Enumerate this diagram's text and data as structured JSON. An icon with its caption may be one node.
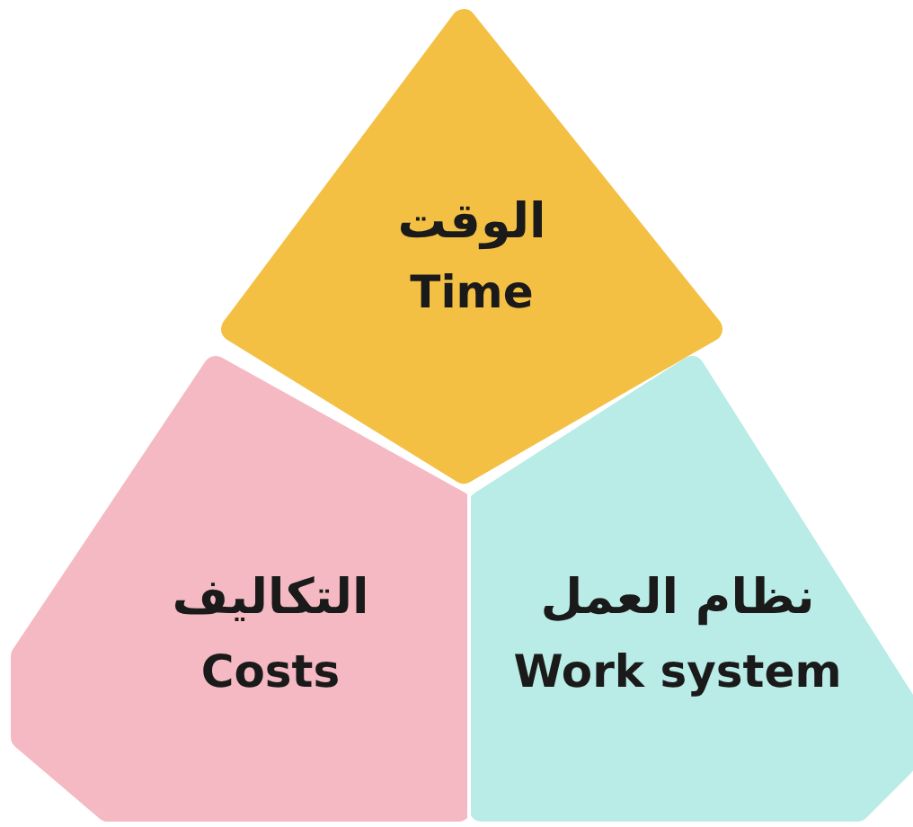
{
  "diagram": {
    "nodes": [
      {
        "text": [
          "الوقت",
          "Time"
        ]
      },
      {
        "text": [
          "التكاليف",
          "Costs"
        ]
      },
      {
        "text": [
          "نظام العمل",
          "Work system"
        ]
      }
    ]
  }
}
